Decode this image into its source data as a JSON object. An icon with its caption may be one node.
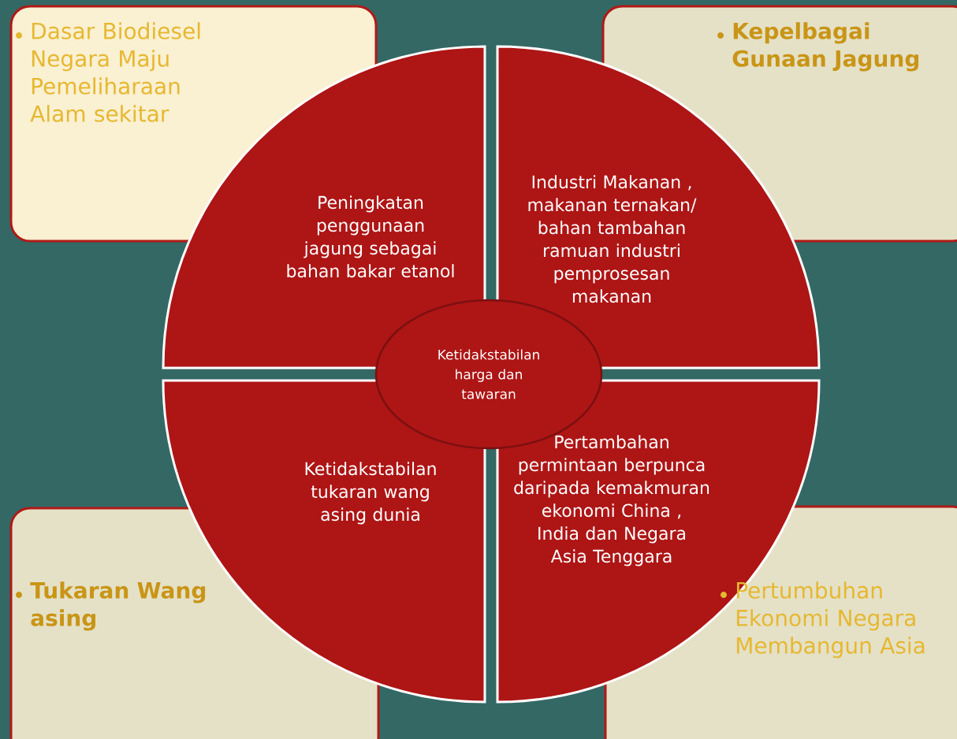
{
  "diagram": {
    "nodes": [
      {
        "text": [
          "Dasar Biodiesel Negara Maju Pemeliharaan Alam sekitar"
        ]
      },
      {
        "text": [
          "Kepelbagai Gunaan Jagung"
        ]
      },
      {
        "text": [
          "Tukaran Wang asing"
        ]
      },
      {
        "text": [
          "Pertumbuhan Ekonomi Negara Membangun Asia"
        ]
      },
      {
        "text": [
          "Peningkatan penggunaan jagung  sebagai bahan bakar etanol"
        ]
      },
      {
        "text": [
          "Industri  Makanan , makanan ternakan/ bahan tambahan ramuan industri pemprosesan makanan"
        ]
      },
      {
        "text": [
          "Ketidakstabilan tukaran wang asing dunia"
        ]
      },
      {
        "text": [
          "Pertambahan permintaan berpunca daripada kemakmuran ekonomi China , India dan Negara Asia Tenggara"
        ]
      },
      {
        "text": [
          "Ketidakstabilan harga dan tawaran"
        ]
      }
    ]
  }
}
